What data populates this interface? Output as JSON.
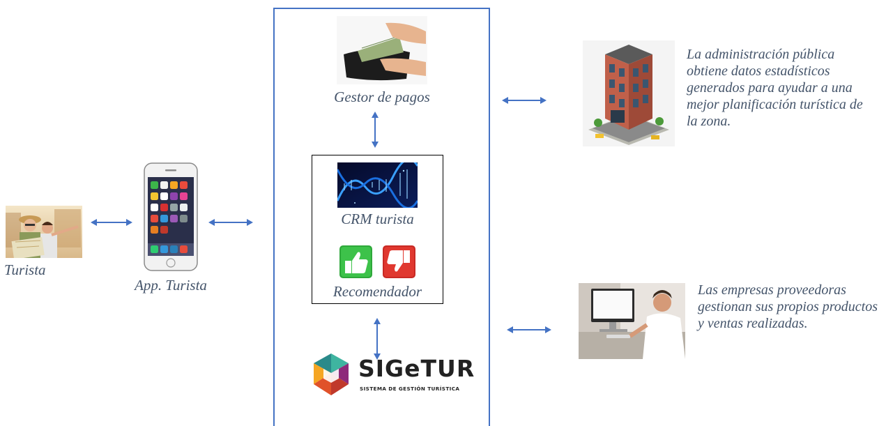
{
  "labels": {
    "turista": "Turista",
    "app": "App. Turista",
    "pagos": "Gestor de pagos",
    "crm": "CRM turista",
    "recomendador": "Recomendador"
  },
  "logo": {
    "name": "SIGeTUR",
    "tagline": "SISTEMA DE GESTIÓN TURÍSTICA"
  },
  "texts": {
    "admin": "La administración pública obtiene datos estadísticos generados para ayudar a una mejor planificación turística de la zona.",
    "empresas": "Las empresas proveedoras gestionan sus propios productos y ventas realizadas."
  },
  "icons": {
    "tourist": "tourist-photo",
    "phone": "smartphone-icon",
    "wallet": "wallet-photo",
    "dna": "dna-photo",
    "thumbs_up": "thumbs-up-icon",
    "thumbs_down": "thumbs-down-icon",
    "building": "building-illustration",
    "office": "office-photo",
    "logo_mark": "sigetur-logo-mark"
  },
  "colors": {
    "arrow": "#4472c4",
    "frame": "#4472c4",
    "caption": "#44546a",
    "thumbs_up": "#2ea83a",
    "thumbs_down": "#d9302a"
  }
}
